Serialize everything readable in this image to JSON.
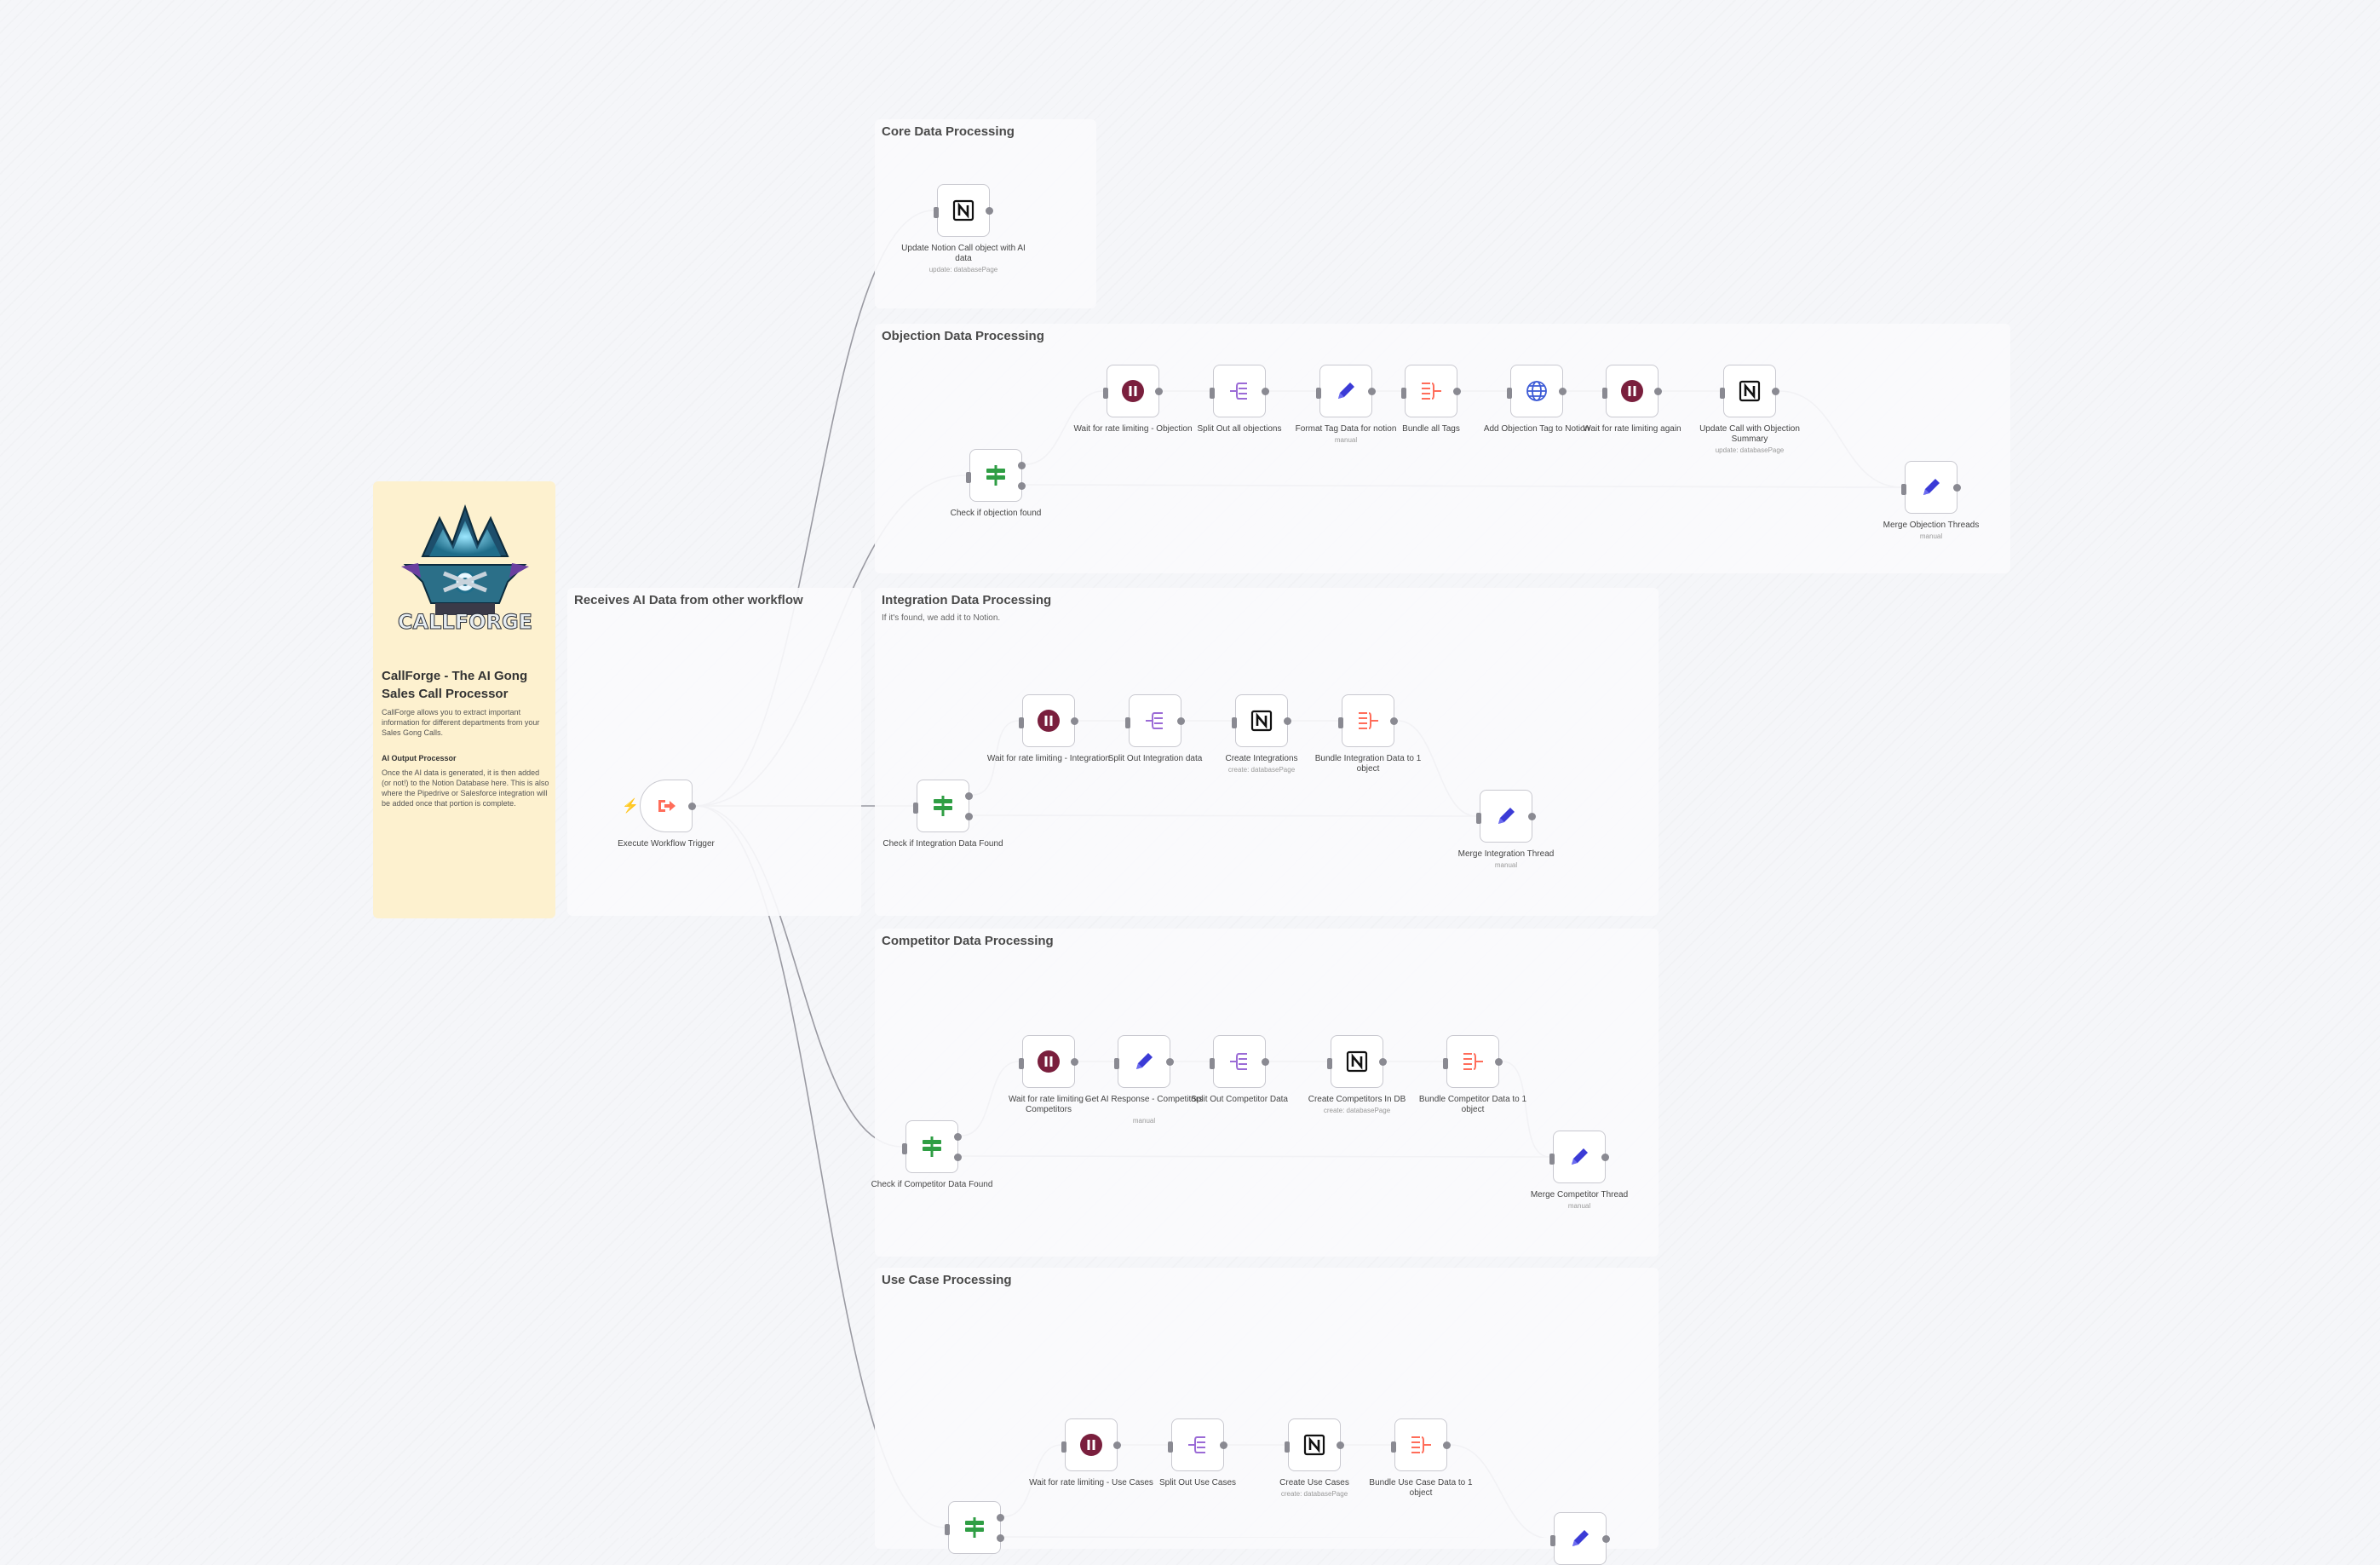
{
  "intro": {
    "title": "CallForge - The AI Gong Sales Call Processor",
    "desc": "CallForge allows you to extract important information for different departments from your Sales Gong Calls.",
    "section_title": "AI Output Processor",
    "section_body": "Once the AI data is generated, it is then added (or not!) to the Notion Database here. This is also where the Pipedrive or Salesforce integration will be added once that portion is complete.",
    "logo_text": "CALLFORGE"
  },
  "sections": {
    "core": {
      "title": "Core Data Processing"
    },
    "objection": {
      "title": "Objection Data Processing"
    },
    "receives": {
      "title": "Receives AI Data from other workflow"
    },
    "integration": {
      "title": "Integration Data Processing",
      "subtitle": "If it's found, we add it to Notion."
    },
    "competitor": {
      "title": "Competitor Data Processing"
    },
    "usecase": {
      "title": "Use Case Processing"
    }
  },
  "nodes": {
    "trigger": {
      "label": "Execute Workflow Trigger",
      "icon": "execute-workflow-icon"
    },
    "update_notion_call": {
      "label": "Update Notion Call object with AI data",
      "sub": "update: databasePage",
      "icon": "notion-icon"
    },
    "check_objection": {
      "label": "Check if objection found",
      "icon": "filter-icon"
    },
    "wait_objection": {
      "label": "Wait for rate limiting - Objection",
      "icon": "pause-icon"
    },
    "split_objections": {
      "label": "Split Out all objections",
      "icon": "split-icon"
    },
    "format_tag": {
      "label": "Format Tag Data for notion",
      "sub": "manual",
      "icon": "pencil-icon"
    },
    "bundle_tags": {
      "label": "Bundle all Tags",
      "icon": "aggregate-icon"
    },
    "add_objection_tag": {
      "label": "Add Objection Tag to Notion",
      "icon": "globe-icon"
    },
    "wait_again": {
      "label": "Wait for rate limiting again",
      "icon": "pause-icon"
    },
    "update_call_objection": {
      "label": "Update Call with Objection Summary",
      "sub": "update: databasePage",
      "icon": "notion-icon"
    },
    "merge_objection": {
      "label": "Merge Objection Threads",
      "sub": "manual",
      "icon": "pencil-icon"
    },
    "check_integration": {
      "label": "Check if Integration Data Found",
      "icon": "filter-icon"
    },
    "wait_integration": {
      "label": "Wait for rate limiting - Integration",
      "icon": "pause-icon"
    },
    "split_integration": {
      "label": "Split Out Integration data",
      "icon": "split-icon"
    },
    "create_integrations": {
      "label": "Create Integrations",
      "sub": "create: databasePage",
      "icon": "notion-icon"
    },
    "bundle_integration": {
      "label": "Bundle Integration Data to 1 object",
      "icon": "aggregate-icon"
    },
    "merge_integration": {
      "label": "Merge Integration Thread",
      "sub": "manual",
      "icon": "pencil-icon"
    },
    "check_competitor": {
      "label": "Check if Competitor Data Found",
      "icon": "filter-icon"
    },
    "wait_competitors": {
      "label": "Wait for rate limiting - Competitors",
      "icon": "pause-icon"
    },
    "get_ai_competitors": {
      "label": "Get AI Response - Competitors",
      "sub": "manual",
      "icon": "pencil-icon"
    },
    "split_competitor": {
      "label": "Split Out Competitor Data",
      "icon": "split-icon"
    },
    "create_competitors": {
      "label": "Create Competitors In DB",
      "sub": "create: databasePage",
      "icon": "notion-icon"
    },
    "bundle_competitor": {
      "label": "Bundle Competitor Data to 1 object",
      "icon": "aggregate-icon"
    },
    "merge_competitor": {
      "label": "Merge Competitor Thread",
      "sub": "manual",
      "icon": "pencil-icon"
    },
    "check_usecase": {
      "label": "",
      "icon": "filter-icon"
    },
    "wait_usecases": {
      "label": "Wait for rate limiting - Use Cases",
      "icon": "pause-icon"
    },
    "split_usecases": {
      "label": "Split Out Use Cases",
      "icon": "split-icon"
    },
    "create_usecases": {
      "label": "Create Use Cases",
      "sub": "create: databasePage",
      "icon": "notion-icon"
    },
    "bundle_usecase": {
      "label": "Bundle Use Case Data to 1 object",
      "icon": "aggregate-icon"
    },
    "merge_usecase": {
      "label": "",
      "icon": "pencil-icon"
    }
  },
  "branch_labels": {
    "true": "true",
    "false": "false"
  },
  "colors": {
    "edge": "#9a9aa2",
    "pause": "#7a1f3d",
    "filter": "#2f9e44",
    "pencil": "#3b3bd6",
    "split": "#9b6bd6",
    "aggregate": "#ff6d5a",
    "globe": "#3d5bd6",
    "notion": "#111111",
    "trigger": "#ff6d5a",
    "sticky_intro": "#fdf1cf"
  }
}
